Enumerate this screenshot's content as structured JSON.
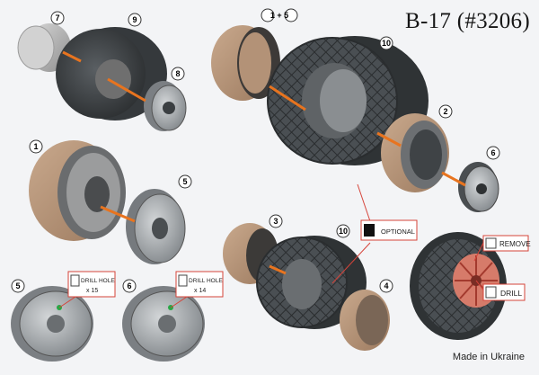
{
  "title": "B-17 (#3206)",
  "footer": "Made in Ukraine",
  "part_numbers": {
    "p7": "7",
    "p9": "9",
    "p8": "8",
    "p15": "1 + 5",
    "p10a": "10",
    "p2": "2",
    "p6a": "6",
    "p1": "1",
    "p5a": "5",
    "p3": "3",
    "p10b": "10",
    "p4": "4",
    "p5b": "5",
    "p6b": "6"
  },
  "callouts": {
    "optional": "OPTIONAL",
    "remove": "REMOVE",
    "drill": "DRILL",
    "drill_hole_1": "DRILL HOLE",
    "drill_hole_1_qty": "x 15",
    "drill_hole_2": "DRILL HOLE",
    "drill_hole_2_qty": "x 14"
  },
  "colors": {
    "tan": "#b9977c",
    "tire": "#3b3f42",
    "metal": "#9ea3a7",
    "pin": "#e8741f",
    "callout_red": "#d6443a"
  }
}
